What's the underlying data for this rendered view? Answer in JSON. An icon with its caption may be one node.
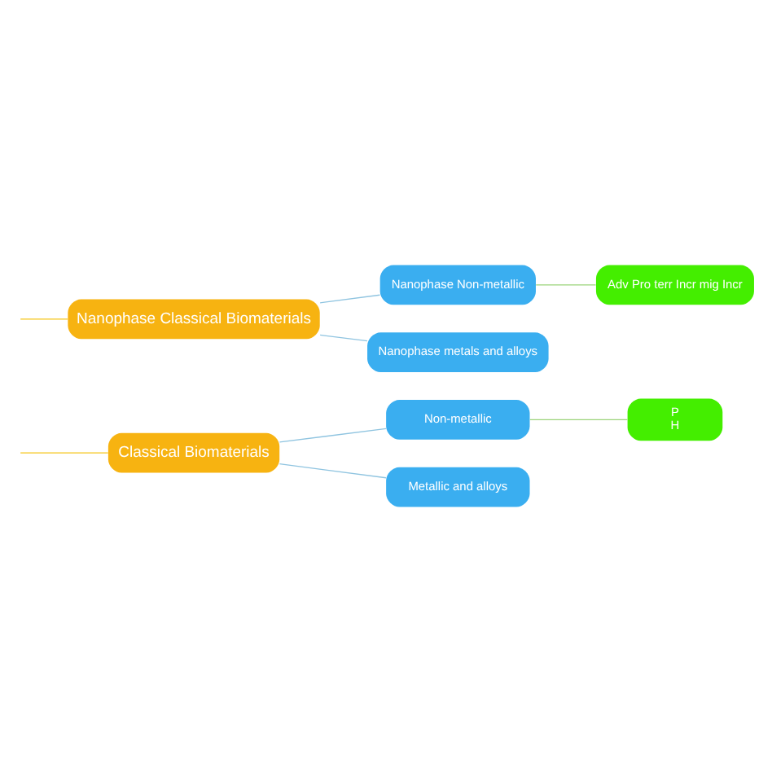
{
  "diagram": {
    "nodes": [
      {
        "text": [
          "Classical Biomaterials"
        ]
      },
      {
        "text": [
          "Non-metallic"
        ]
      },
      {
        "text": [
          "Metallic and alloys"
        ]
      },
      {
        "text": [
          "P",
          "H"
        ]
      },
      {
        "text": [
          "Nanophase Classical Biomaterials"
        ]
      },
      {
        "text": [
          "Nanophase Non-metallic"
        ]
      },
      {
        "text": [
          "Nanophase metals and alloys"
        ]
      },
      {
        "text": [
          "Adv Pro terr Incr mig Incr"
        ]
      }
    ],
    "edges": [
      {
        "from": null,
        "to": 0,
        "arrow": "none",
        "color": "#f5c518"
      },
      {
        "from": 0,
        "to": 1,
        "arrow": "none"
      },
      {
        "from": 0,
        "to": 2,
        "arrow": "none"
      },
      {
        "from": 1,
        "to": 3,
        "arrow": "none",
        "color": "#9bd37a"
      },
      {
        "from": null,
        "to": 4,
        "arrow": "none",
        "color": "#f5c518"
      },
      {
        "from": 4,
        "to": 5,
        "arrow": "none"
      },
      {
        "from": 4,
        "to": 6,
        "arrow": "none"
      },
      {
        "from": 5,
        "to": 7,
        "arrow": "none",
        "color": "#9bd37a"
      }
    ]
  }
}
